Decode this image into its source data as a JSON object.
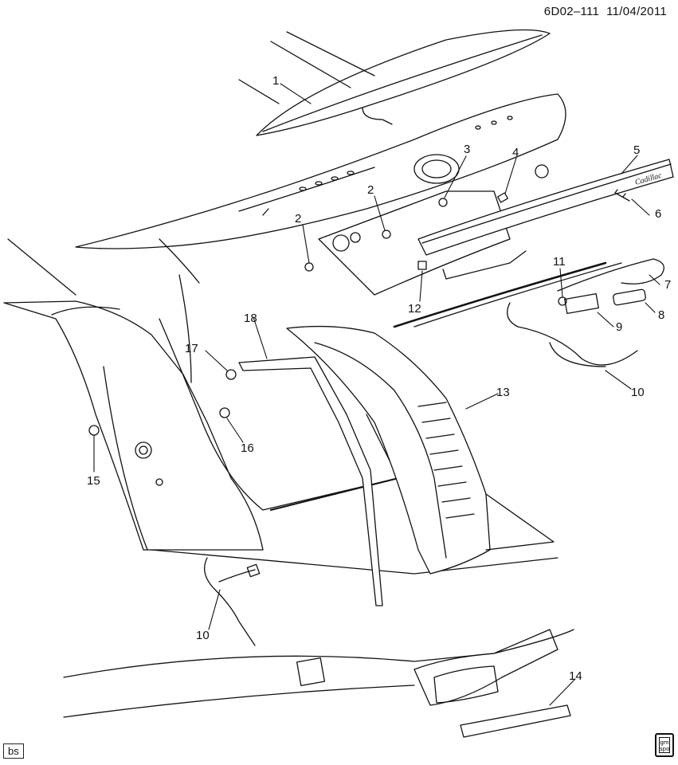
{
  "header": {
    "code": "6D02–111",
    "date": "11/04/2011"
  },
  "corner_tag": "bs",
  "logo": {
    "line1": "gm",
    "line2": "spo"
  },
  "emblem_script": "Cadillac",
  "callouts": [
    {
      "id": "c1",
      "label": "1"
    },
    {
      "id": "c2a",
      "label": "2"
    },
    {
      "id": "c2b",
      "label": "2"
    },
    {
      "id": "c3",
      "label": "3"
    },
    {
      "id": "c4",
      "label": "4"
    },
    {
      "id": "c5",
      "label": "5"
    },
    {
      "id": "c6",
      "label": "6"
    },
    {
      "id": "c7",
      "label": "7"
    },
    {
      "id": "c8",
      "label": "8"
    },
    {
      "id": "c9",
      "label": "9"
    },
    {
      "id": "c10a",
      "label": "10"
    },
    {
      "id": "c10b",
      "label": "10"
    },
    {
      "id": "c11",
      "label": "11"
    },
    {
      "id": "c12",
      "label": "12"
    },
    {
      "id": "c13",
      "label": "13"
    },
    {
      "id": "c14",
      "label": "14"
    },
    {
      "id": "c15",
      "label": "15"
    },
    {
      "id": "c16",
      "label": "16"
    },
    {
      "id": "c17",
      "label": "17"
    },
    {
      "id": "c18",
      "label": "18"
    }
  ]
}
